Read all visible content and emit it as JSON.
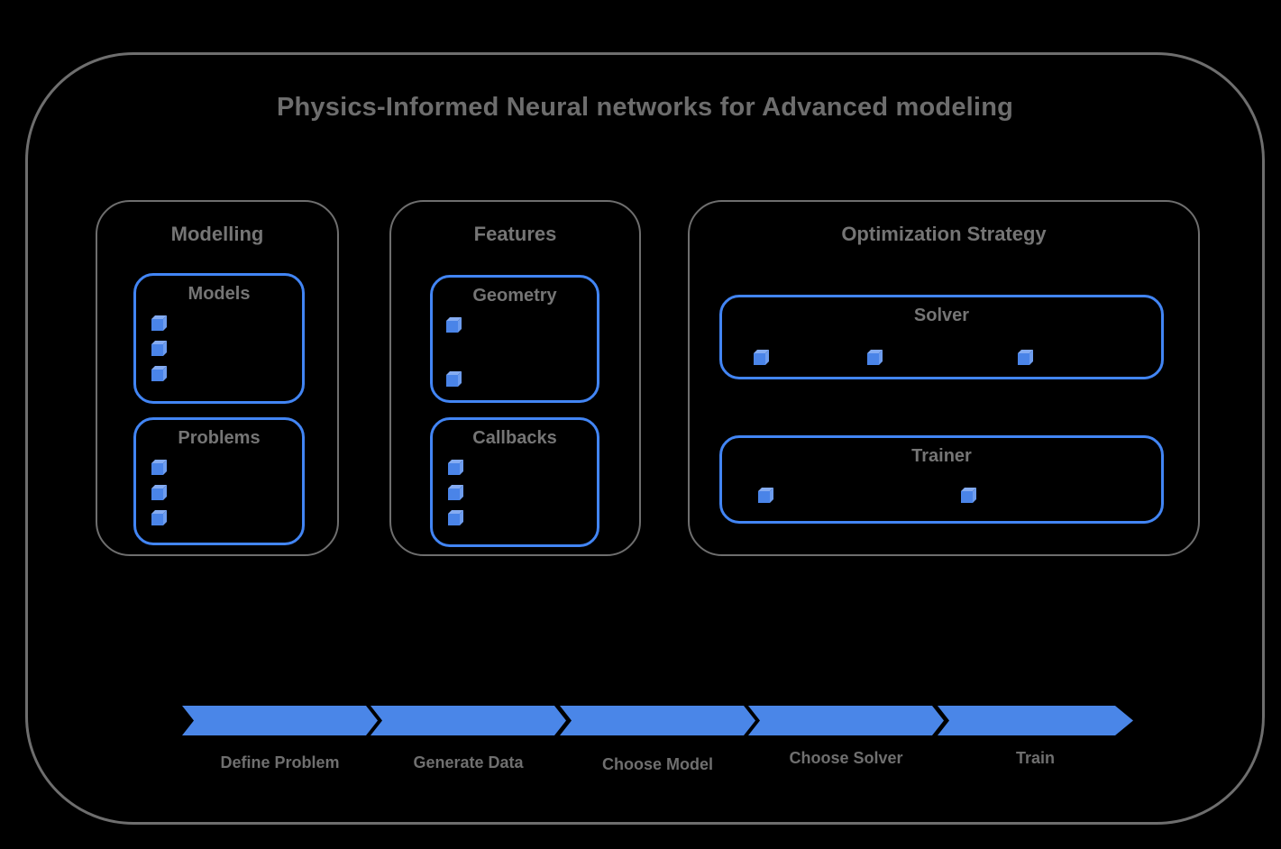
{
  "title": "Physics-Informed Neural networks for Advanced modeling",
  "colors": {
    "background": "#000000",
    "frame-gray": "#6e6e6e",
    "title-gray": "#6d6d6d",
    "text-gray": "#757575",
    "accent-blue": "#4285f4",
    "arrow-blue": "#4a86e8",
    "cube-front": "#4a84e8",
    "cube-top": "#85acf2",
    "cube-side": "#6d9cee"
  },
  "groups": {
    "modelling": {
      "label": "Modelling",
      "boxes": {
        "models": {
          "label": "Models",
          "bullets": 3
        },
        "problems": {
          "label": "Problems",
          "bullets": 3
        }
      }
    },
    "features": {
      "label": "Features",
      "boxes": {
        "geometry": {
          "label": "Geometry",
          "bullets": 2
        },
        "callbacks": {
          "label": "Callbacks",
          "bullets": 3
        }
      }
    },
    "optimization": {
      "label": "Optimization Strategy",
      "boxes": {
        "solver": {
          "label": "Solver",
          "bullets": 3
        },
        "trainer": {
          "label": "Trainer",
          "bullets": 2
        }
      }
    }
  },
  "pipeline": {
    "steps": [
      {
        "label": "Define Problem"
      },
      {
        "label": "Generate Data"
      },
      {
        "label": "Choose Model"
      },
      {
        "label": "Choose Solver"
      },
      {
        "label": "Train"
      }
    ]
  }
}
